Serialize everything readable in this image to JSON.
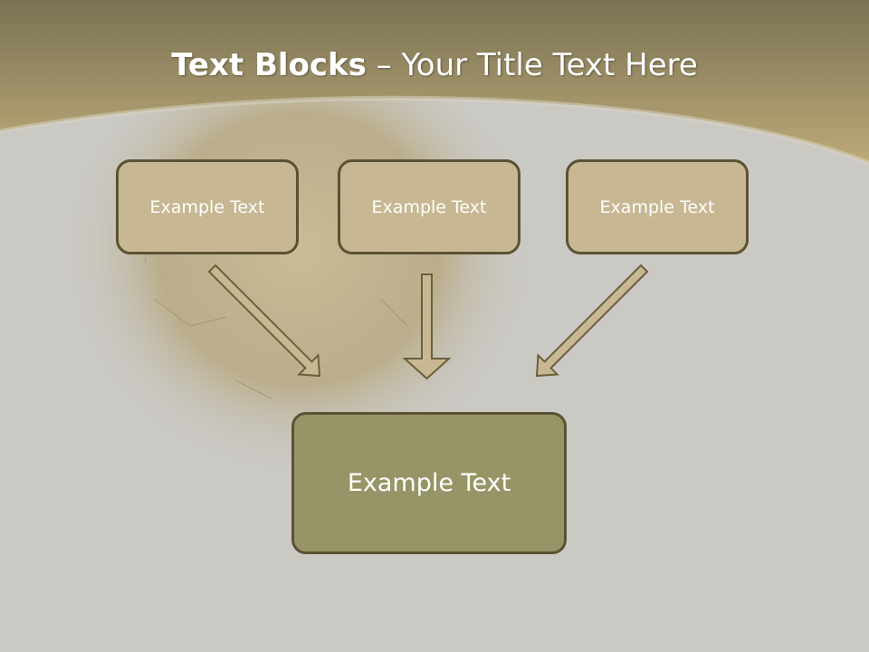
{
  "slide": {
    "title_bold": "Text Blocks",
    "title_dash": " – ",
    "title_rest": "Your Title Text Here"
  },
  "boxes": {
    "top": [
      {
        "text": "Example Text"
      },
      {
        "text": "Example Text"
      },
      {
        "text": "Example Text"
      }
    ],
    "bottom": {
      "text": "Example Text"
    }
  },
  "colors": {
    "background": "#cbc9c4",
    "banner_dark": "#7a7254",
    "banner_light": "#bca977",
    "box_fill": "#c7b893",
    "box_border": "#5b5234",
    "bottom_box_fill": "#979567",
    "arrow_fill": "#c7b893"
  }
}
